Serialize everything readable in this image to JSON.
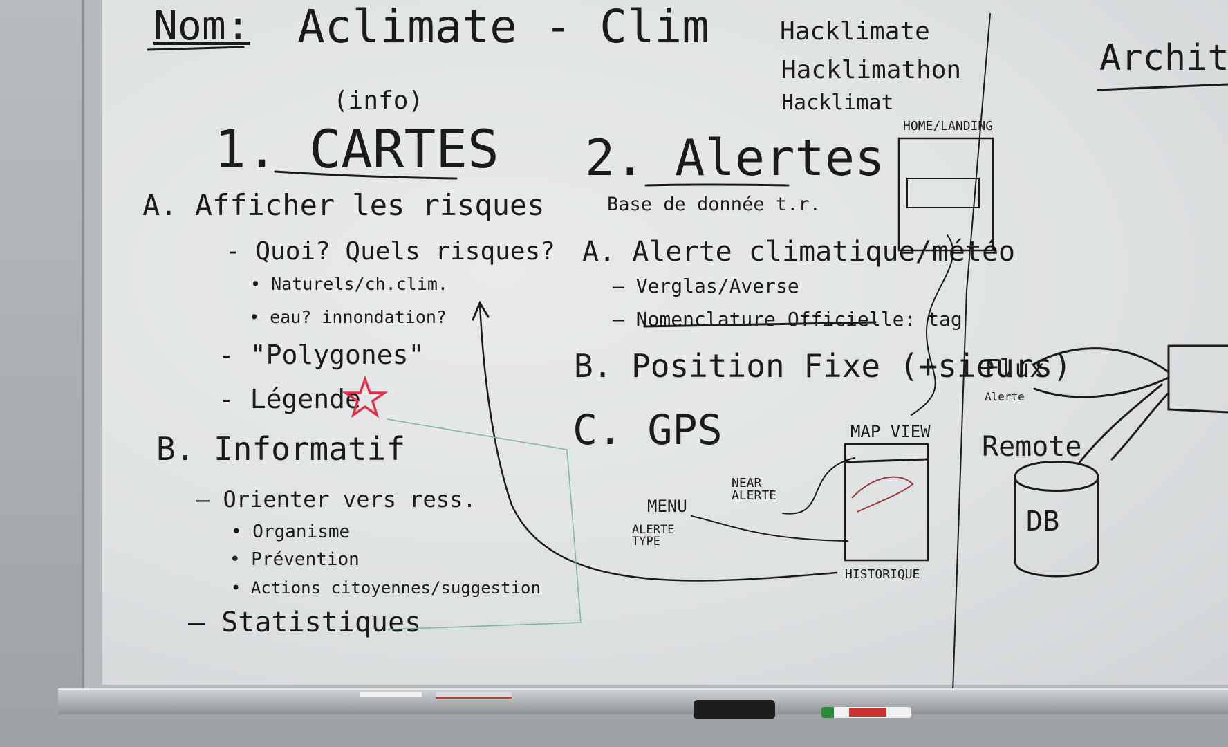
{
  "board": {
    "title_label": "Nom:",
    "title_value": "Aclimate - Clim",
    "name_ideas": [
      "Hacklimate",
      "Hacklimathon",
      "Hacklimat"
    ],
    "architecture_heading": "Architec",
    "section1": {
      "info_note": "(info)",
      "heading": "1. CARTES",
      "a_heading": "A. Afficher les risques",
      "a_items": [
        "- Quoi? Quels risques?",
        "• Naturels/ch.clim.",
        "• eau? innondation?",
        "- \"Polygones\"",
        "- Légende"
      ],
      "b_heading": "B. Informatif",
      "b_items": [
        "— Orienter vers ress.",
        "• Organisme",
        "• Prévention",
        "• Actions citoyennes/suggestion",
        "— Statistiques"
      ]
    },
    "section2": {
      "heading": "2. Alertes",
      "db_note": "Base de donnée t.r.",
      "a_heading": "A. Alerte climatique/météo",
      "a_items": [
        "— Verglas/Averse",
        "— Nomenclature Officielle: tag"
      ],
      "b_heading": "B. Position Fixe (+sieurs)",
      "c_heading": "C. GPS"
    },
    "wireframe": {
      "home_label": "HOME/LANDING",
      "map_label": "MAP VIEW",
      "near_label": "NEAR ALERTE",
      "menu_label": "MENU",
      "alerte_type_label": "ALERTE TYPE",
      "historique_label": "HISTORIQUE"
    },
    "architecture": {
      "flux_label": "Flux",
      "flux_sub": "Alerte",
      "remote_label": "Remote",
      "db_label": "DB"
    }
  },
  "colors": {
    "ink": "#1b1b1b",
    "red_star": "#e0304a",
    "board": "#e4e6e7",
    "green_ink": "#7fb59a"
  }
}
